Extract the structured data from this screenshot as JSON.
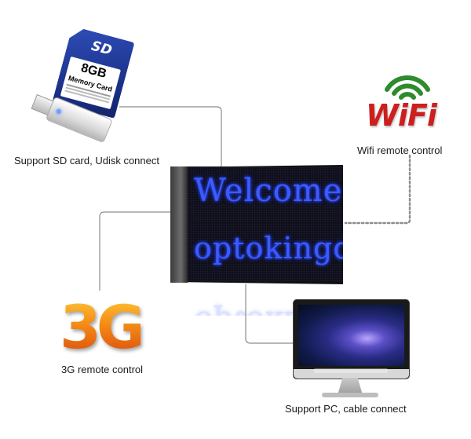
{
  "captions": {
    "sd_udisk": "Support SD card, Udisk connect",
    "wifi": "Wifi remote control",
    "threeg": "3G remote control",
    "pc": "Support PC, cable connect"
  },
  "sd_card": {
    "brand": "SD",
    "capacity": "8GB",
    "label": "Memory Card"
  },
  "wifi_logo": "WiFi",
  "threeg_logo": "3G",
  "led_sign": {
    "line1": "Welcome to",
    "line2": "optokingdom",
    "color": "#3c5bff"
  },
  "colors": {
    "wire": "#8c8c8c",
    "wifi_red": "#cc1f1f",
    "wifi_green": "#2e8b2e",
    "threeg_orange": "#f07a13"
  },
  "icons": [
    "sd-card-icon",
    "usb-drive-icon",
    "wifi-icon",
    "3g-icon",
    "led-display",
    "monitor-icon"
  ]
}
